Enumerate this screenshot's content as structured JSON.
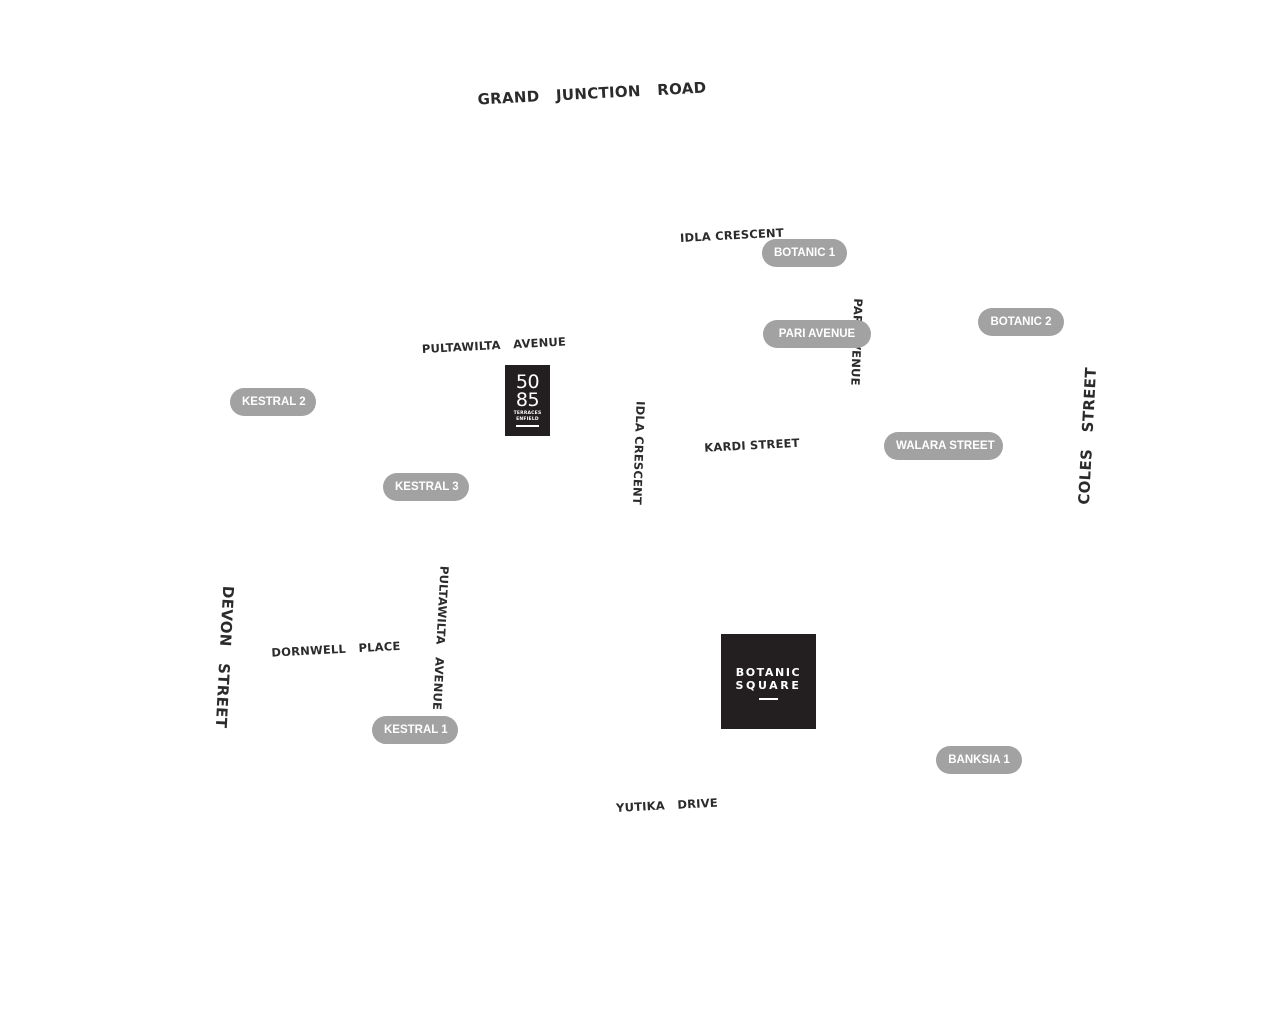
{
  "streets": {
    "grand_junction": "GRAND   JUNCTION   ROAD",
    "idla_crescent_top": "IDLA CRESCENT",
    "pultawilta_avenue_top": "PULTAWILTA   AVENUE",
    "pari_avenue": "PARI AVENUE",
    "idla_crescent_mid": "IDLA CRESCENT",
    "kardi_street": "KARDI STREET",
    "coles_street": "COLES   STREET",
    "devon_street": "DEVON   STREET",
    "dornwell_place": "DORNWELL   PLACE",
    "pultawilta_avenue_bottom": "PULTAWILTA   AVENUE",
    "yutika_drive": "YUTIKA   DRIVE"
  },
  "markers": {
    "botanic_1": "BOTANIC 1",
    "botanic_2": "BOTANIC 2",
    "pari_avenue": "PARI AVENUE",
    "walara_street": "WALARA STREET",
    "kestral_2": "KESTRAL 2",
    "kestral_3": "KESTRAL 3",
    "kestral_1": "KESTRAL 1",
    "banksia_1": "BANKSIA 1"
  },
  "logos": {
    "terraces": {
      "num_top": "50",
      "num_bottom": "85",
      "sub_top": "TERRACES",
      "sub_bottom": "ENFIELD"
    },
    "botanic_square": {
      "line1": "BOTANIC",
      "line2": "SQUARE"
    }
  },
  "colors": {
    "pill": "#a2a2a2",
    "pill_text": "#ffffff",
    "street_text": "#2b2b2b",
    "logo_bg": "#231f20"
  }
}
